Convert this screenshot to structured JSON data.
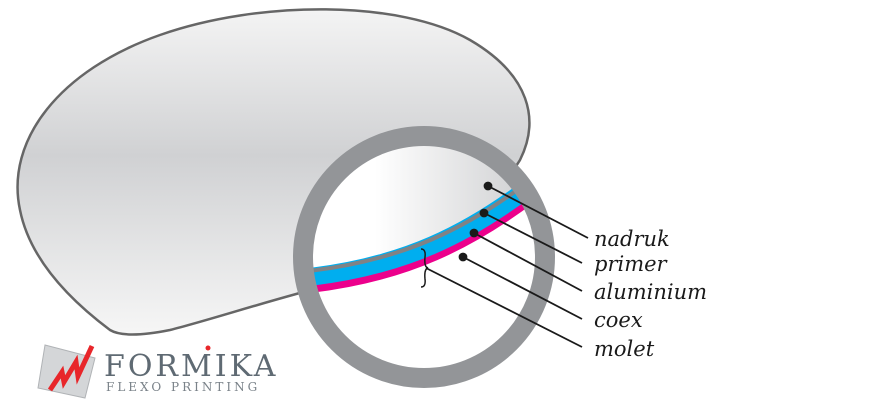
{
  "diagram": {
    "labels": [
      "nadruk",
      "primer",
      "aluminium",
      "coex",
      "molet"
    ],
    "colors": {
      "blob_stroke": "#666666",
      "ring": "#939598",
      "aluminium": "#00aeef",
      "coex": "#ec008c",
      "primer": "#808285"
    }
  },
  "logo": {
    "name": "FORMIKA",
    "tagline": "FLEXO PRINTING",
    "accent": "#e8262a"
  }
}
